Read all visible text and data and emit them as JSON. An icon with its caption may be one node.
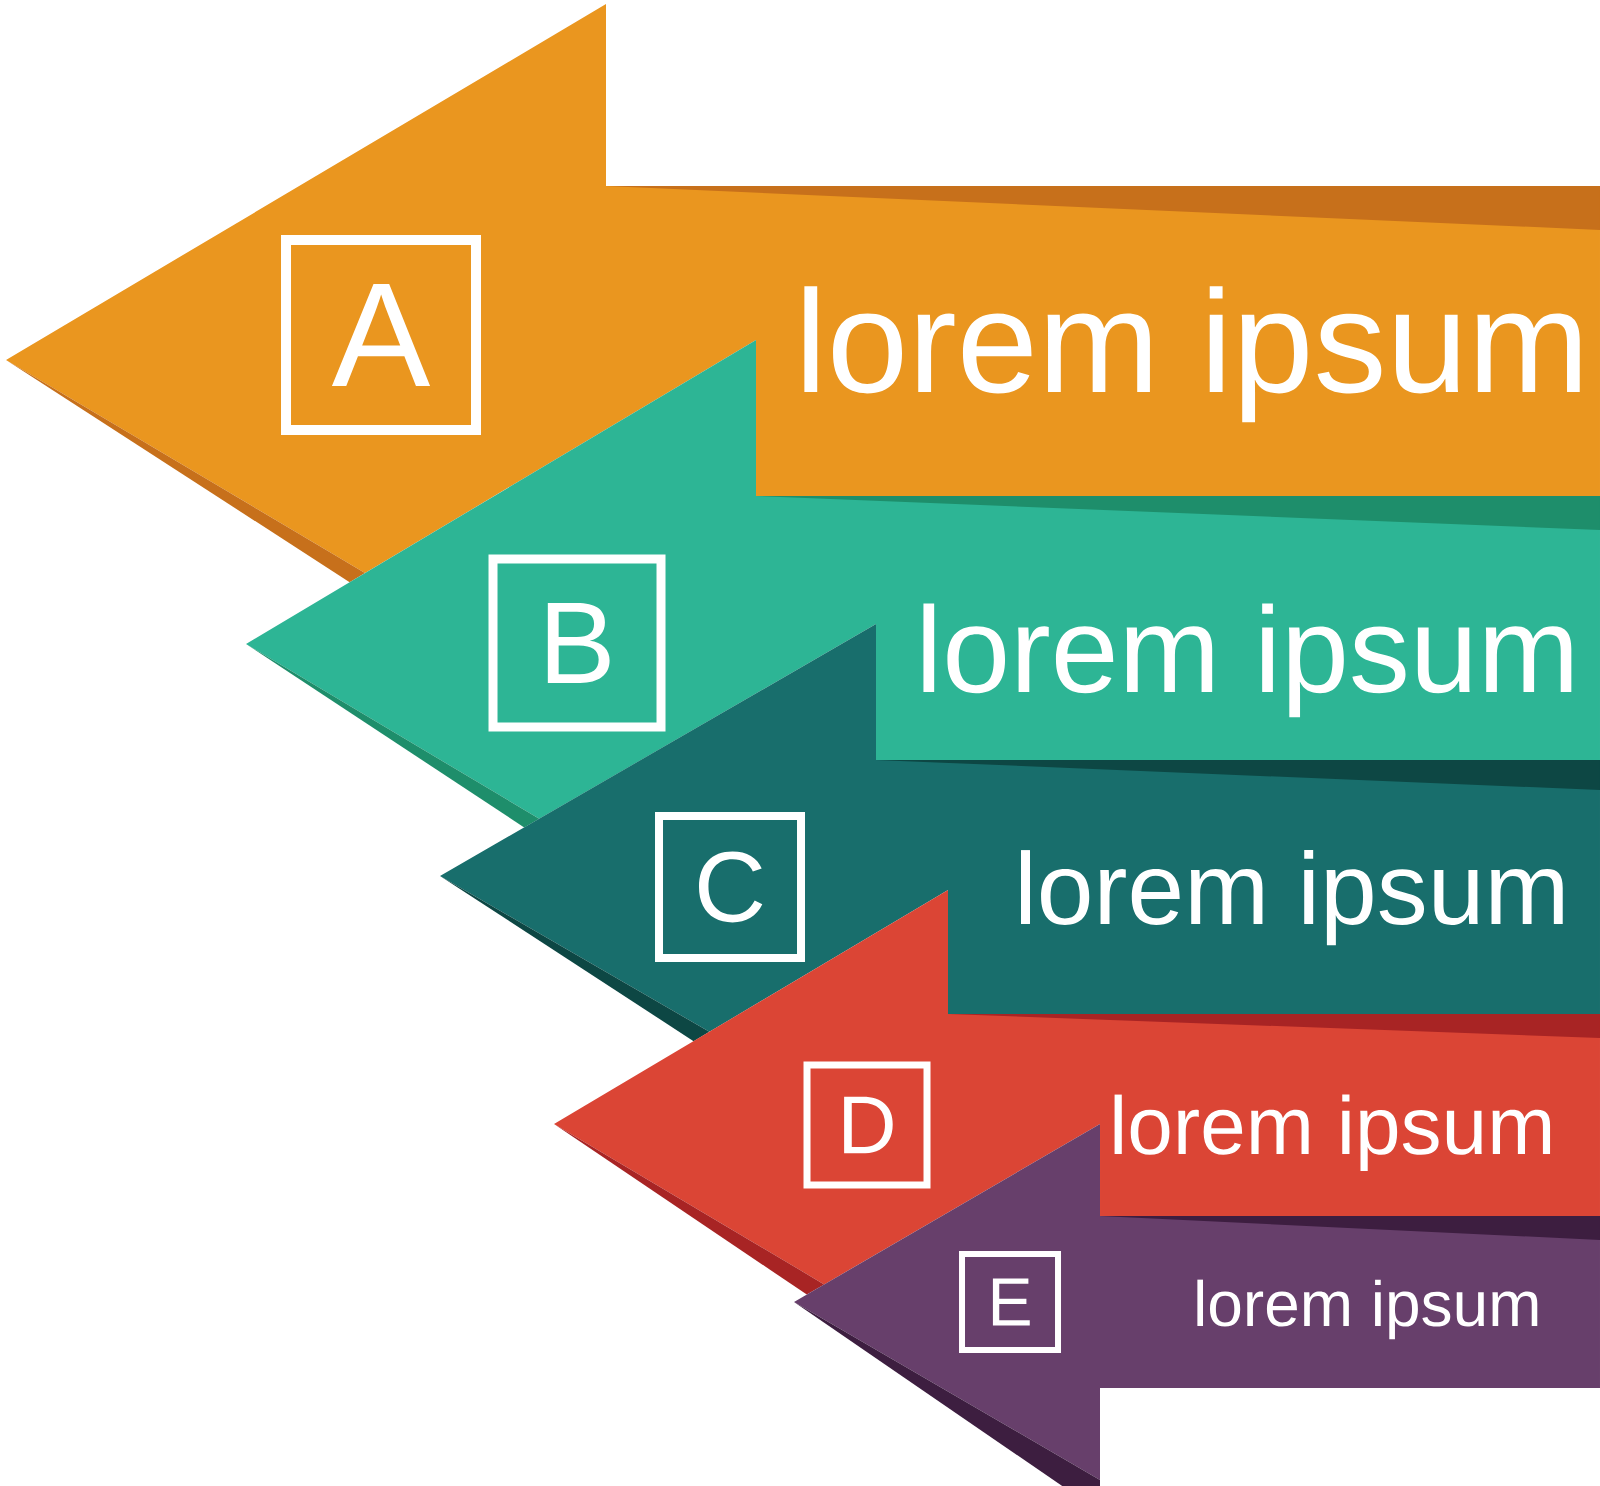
{
  "diagram": {
    "nodes": [
      {
        "text": [
          "lorem ipsum"
        ]
      },
      {
        "text": [
          "A"
        ],
        "in": 0
      },
      {
        "text": [
          "lorem ipsum"
        ]
      },
      {
        "text": [
          "B"
        ],
        "in": 2
      },
      {
        "text": [
          "lorem ipsum"
        ]
      },
      {
        "text": [
          "C"
        ],
        "in": 4
      },
      {
        "text": [
          "lorem ipsum"
        ]
      },
      {
        "text": [
          "D"
        ],
        "in": 6
      },
      {
        "text": [
          "lorem ipsum"
        ]
      },
      {
        "text": [
          "E"
        ],
        "in": 8
      }
    ]
  }
}
